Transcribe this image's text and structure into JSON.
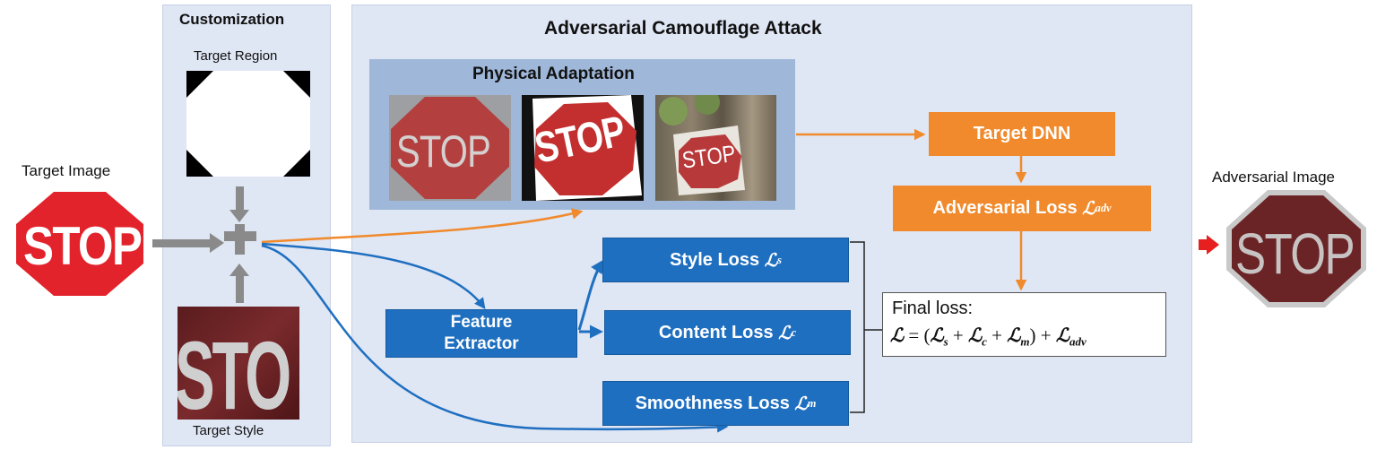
{
  "left": {
    "target_image_label": "Target Image",
    "sign_text": "STOP"
  },
  "customization": {
    "title": "Customization",
    "target_region_label": "Target Region",
    "target_style_label": "Target Style",
    "style_sign_text": "STO"
  },
  "attack": {
    "title": "Adversarial Camouflage Attack",
    "physical_adaptation": {
      "title": "Physical Adaptation",
      "sign_texts": [
        "STOP",
        "STOP",
        "STOP"
      ]
    },
    "target_dnn": "Target DNN",
    "adversarial_loss": {
      "label": "Adversarial Loss",
      "symbol": "ℒ",
      "sub": "adv"
    },
    "feature_extractor": {
      "line1": "Feature",
      "line2": "Extractor"
    },
    "style_loss": {
      "label": "Style Loss",
      "symbol": "ℒ",
      "sub": "s"
    },
    "content_loss": {
      "label": "Content Loss",
      "symbol": "ℒ",
      "sub": "c"
    },
    "smoothness_loss": {
      "label": "Smoothness Loss",
      "symbol": "ℒ",
      "sub": "m"
    },
    "final_loss": {
      "title": "Final loss:",
      "formula": {
        "l": "ℒ",
        "eq": " = (",
        "ls": "ℒ",
        "s": "s",
        "plus1": " + ",
        "lc": "ℒ",
        "c": "c",
        "plus2": " + ",
        "lm": "ℒ",
        "m": "m",
        "close": ") + ",
        "ladv": "ℒ",
        "adv": "adv"
      }
    }
  },
  "right": {
    "adversarial_image_label": "Adversarial Image",
    "sign_text": "STOP"
  },
  "colors": {
    "panel": "#dfe6f4",
    "blue": "#1f6fc0",
    "orange": "#f08a2c",
    "stop_red": "#e3232b"
  }
}
